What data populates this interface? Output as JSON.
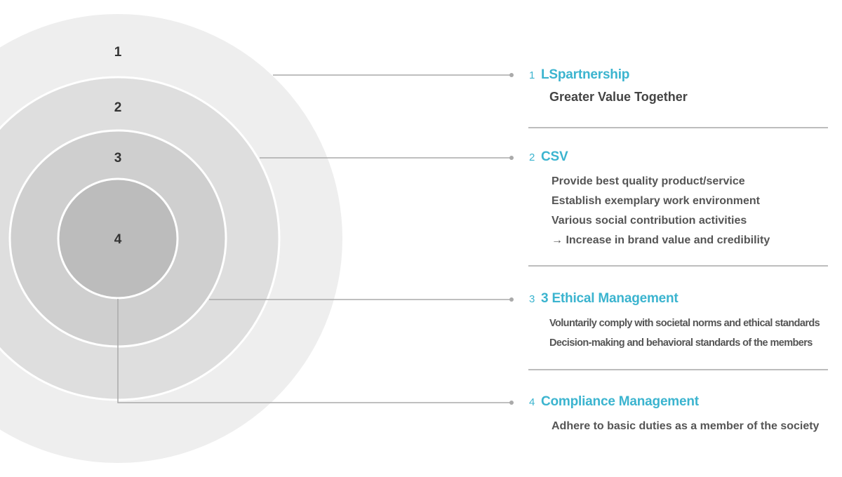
{
  "rings": [
    {
      "number": "1",
      "color": "#eeeeee"
    },
    {
      "number": "2",
      "color": "#dedede"
    },
    {
      "number": "3",
      "color": "#cfcfcf"
    },
    {
      "number": "4",
      "color": "#bcbcbc"
    }
  ],
  "line_color": "#aaaaaa",
  "accent_color": "#3bb4cf",
  "sections": [
    {
      "number": "1",
      "title": "LSpartnership",
      "lines": [
        "Greater Value Together"
      ]
    },
    {
      "number": "2",
      "title": "CSV",
      "lines": [
        "Provide best quality product/service",
        "Establish exemplary work environment",
        "Various social contribution activities",
        "→ Increase in brand value and credibility"
      ]
    },
    {
      "number": "3",
      "title": "3 Ethical Management",
      "lines": [
        "Voluntarily comply with societal norms and ethical standards",
        "Decision-making and behavioral standards of the members"
      ]
    },
    {
      "number": "4",
      "title": "Compliance Management",
      "lines": [
        "Adhere to basic duties as a member of the society"
      ]
    }
  ]
}
